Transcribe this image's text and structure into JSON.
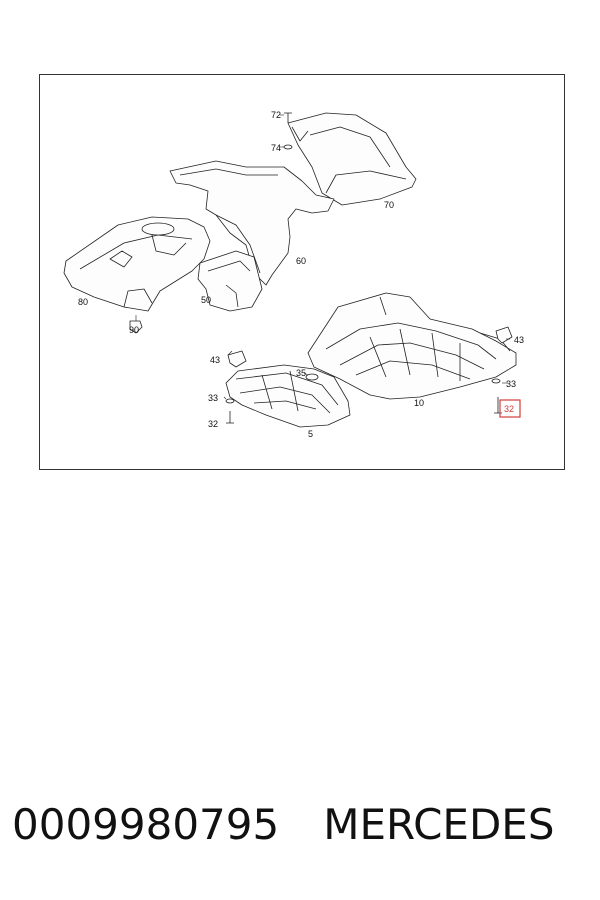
{
  "diagram": {
    "callouts": [
      {
        "id": "72",
        "text": "72"
      },
      {
        "id": "74",
        "text": "74"
      },
      {
        "id": "70",
        "text": "70"
      },
      {
        "id": "60",
        "text": "60"
      },
      {
        "id": "80",
        "text": "80"
      },
      {
        "id": "90",
        "text": "90"
      },
      {
        "id": "50",
        "text": "50"
      },
      {
        "id": "43a",
        "text": "43"
      },
      {
        "id": "43b",
        "text": "43"
      },
      {
        "id": "35",
        "text": "35"
      },
      {
        "id": "33a",
        "text": "33"
      },
      {
        "id": "33b",
        "text": "33"
      },
      {
        "id": "32a",
        "text": "32"
      },
      {
        "id": "32b",
        "text": "32"
      },
      {
        "id": "10",
        "text": "10"
      },
      {
        "id": "5",
        "text": "5"
      }
    ],
    "highlight_color": "#d63b3b"
  },
  "caption": {
    "part_number": "0009980795",
    "brand": "MERCEDES"
  }
}
